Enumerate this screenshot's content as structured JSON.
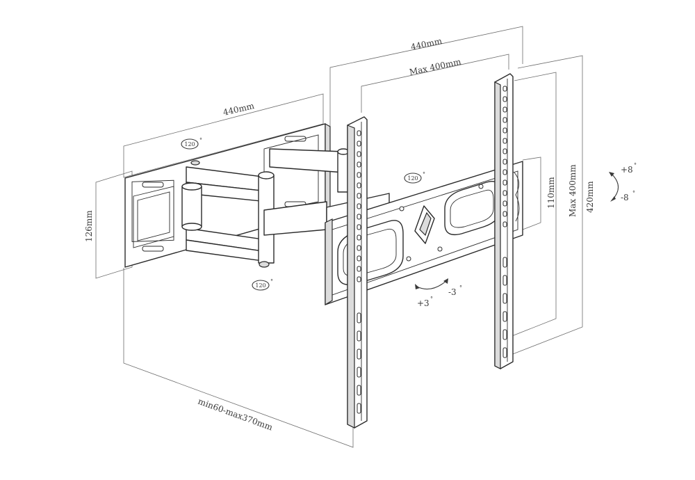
{
  "dimensions": {
    "wall_plate_width": "440mm",
    "wall_plate_height": "126mm",
    "tv_plate_width": "440mm",
    "vesa_horizontal": "Max 400mm",
    "vesa_vertical": "Max 400mm",
    "tv_plate_height": "420mm",
    "arm_plate_height": "110mm",
    "extension": "min60-max370mm"
  },
  "swivel": {
    "top_joint": "120",
    "bottom_joint": "120",
    "head_joint": "120",
    "unit": "°"
  },
  "tilt": {
    "up": "+8",
    "down": "-8",
    "unit": "°"
  },
  "rotation": {
    "left": "+3",
    "right": "-3",
    "unit": "°"
  }
}
